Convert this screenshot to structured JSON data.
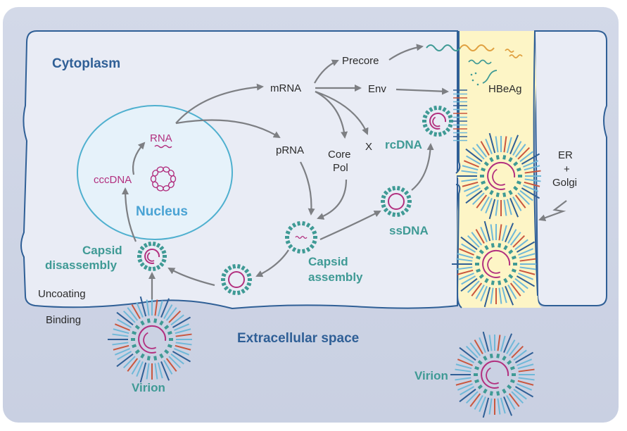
{
  "diagram": {
    "regions": {
      "cytoplasm": "Cytoplasm",
      "nucleus": "Nucleus",
      "extracellular": "Extracellular space",
      "er_golgi": [
        "ER",
        "+",
        "Golgi"
      ]
    },
    "molecules": {
      "rna": "RNA",
      "cccdna": "cccDNA",
      "mrna": "mRNA",
      "prna": "pRNA",
      "precore": "Precore",
      "env": "Env",
      "x": "X",
      "core_pol": [
        "Core",
        "Pol"
      ],
      "rcdna": "rcDNA",
      "ssdna": "ssDNA",
      "hbeag": "HBeAg"
    },
    "steps": {
      "capsid_disassembly": [
        "Capsid",
        "disassembly"
      ],
      "capsid_assembly": [
        "Capsid",
        "assembly"
      ],
      "uncoating": "Uncoating",
      "binding": "Binding",
      "virion_left": "Virion",
      "virion_right": "Virion"
    },
    "colors": {
      "background_outer": "#ccd3e3",
      "cytoplasm_fill": "#e9ecf5",
      "membrane": "#2f5f96",
      "nucleus_fill": "#e6f2fa",
      "nucleus_stroke": "#4fb0cf",
      "er_fill": "#fdf5c6",
      "capsid": "#3f9a95",
      "genome": "#b2307f",
      "arrow": "#7d7f83",
      "spike_blue": "#6fb8d8",
      "spike_red": "#c9573f",
      "spike_navy": "#2f5f96",
      "precore_orange": "#e0a040"
    }
  }
}
